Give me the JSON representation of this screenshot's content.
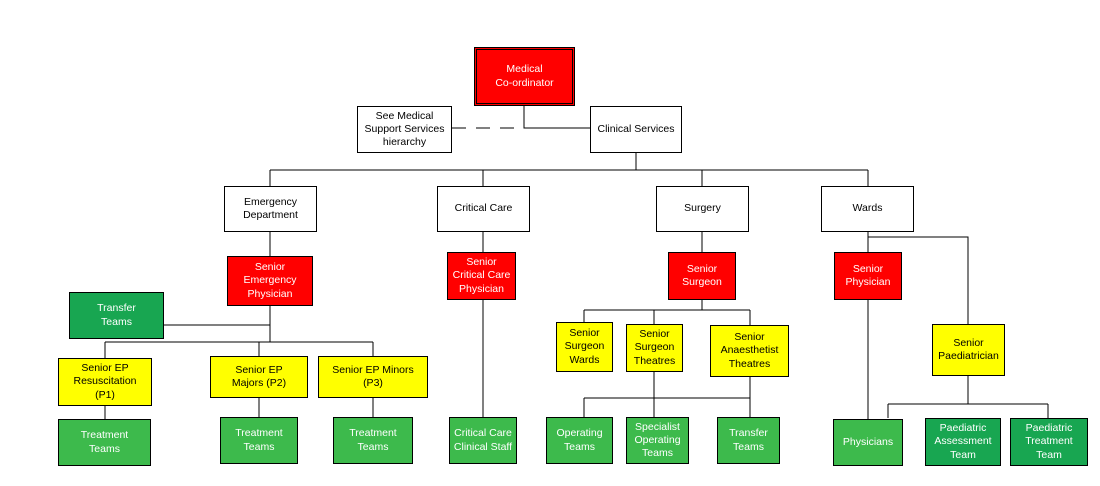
{
  "colors": {
    "white": "#ffffff",
    "red": "#ff0000",
    "yellow": "#ffff00",
    "green": "#3dba4c",
    "dark_green": "#18a651",
    "line": "#000000"
  },
  "nodes": {
    "medical_coordinator": "Medical\nCo-ordinator",
    "see_medical_support": "See Medical\nSupport Services\nhierarchy",
    "clinical_services": "Clinical Services",
    "emergency_department": "Emergency\nDepartment",
    "critical_care": "Critical Care",
    "surgery": "Surgery",
    "wards": "Wards",
    "senior_emergency_physician": "Senior\nEmergency\nPhysician",
    "senior_critical_care_physician": "Senior\nCritical Care\nPhysician",
    "senior_surgeon": "Senior\nSurgeon",
    "senior_physician": "Senior\nPhysician",
    "transfer_teams_ed": "Transfer\nTeams",
    "senior_ep_resuscitation": "Senior EP\nResuscitation\n(P1)",
    "senior_ep_majors": "Senior EP\nMajors (P2)",
    "senior_ep_minors": "Senior EP Minors\n(P3)",
    "senior_surgeon_wards": "Senior\nSurgeon\nWards",
    "senior_surgeon_theatres": "Senior\nSurgeon\nTheatres",
    "senior_anaesthetist_theatres": "Senior\nAnaesthetist\nTheatres",
    "senior_paediatrician": "Senior\nPaediatrician",
    "treatment_teams_p1": "Treatment\nTeams",
    "treatment_teams_p2": "Treatment\nTeams",
    "treatment_teams_p3": "Treatment\nTeams",
    "critical_care_clinical_staff": "Critical Care\nClinical Staff",
    "operating_teams": "Operating\nTeams",
    "specialist_operating_teams": "Specialist\nOperating\nTeams",
    "transfer_teams_surgery": "Transfer\nTeams",
    "physicians": "Physicians",
    "paediatric_assessment_team": "Paediatric\nAssessment\nTeam",
    "paediatric_treatment_team": "Paediatric\nTreatment\nTeam"
  }
}
